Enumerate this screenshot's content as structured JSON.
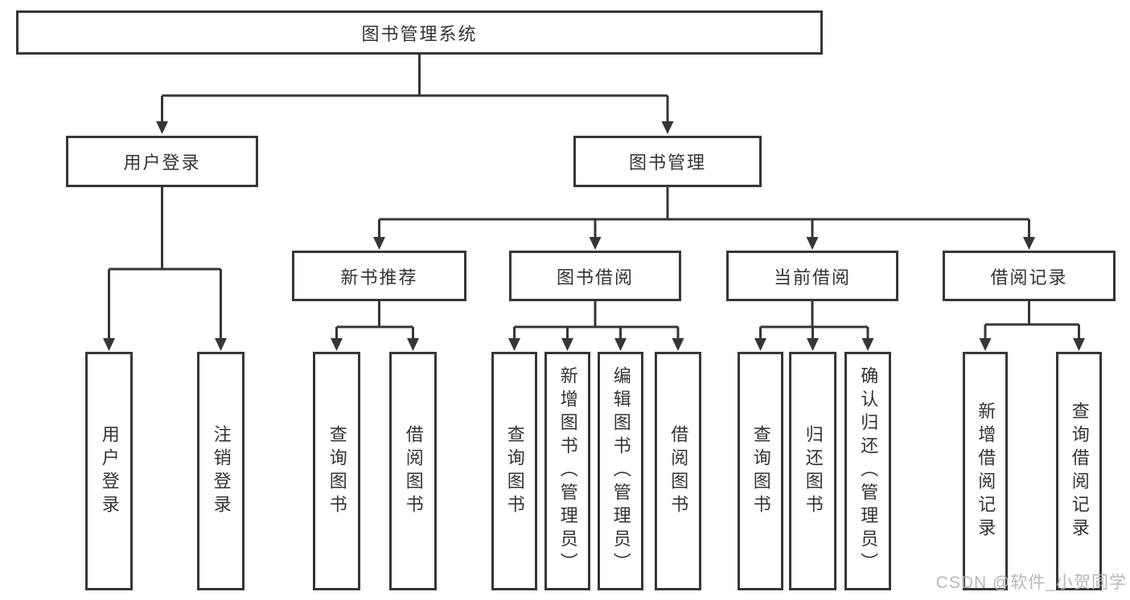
{
  "diagram": {
    "root": {
      "label": "图书管理系统"
    },
    "level2": {
      "user_login": {
        "label": "用户登录"
      },
      "book_mgmt": {
        "label": "图书管理"
      }
    },
    "level3": {
      "new_book_rec": {
        "label": "新书推荐"
      },
      "book_borrow": {
        "label": "图书借阅"
      },
      "current_borrow": {
        "label": "当前借阅"
      },
      "borrow_record": {
        "label": "借阅记录"
      }
    },
    "leaves": {
      "under_user_login": [
        {
          "label": "用户登录"
        },
        {
          "label": "注销登录"
        }
      ],
      "under_new_book_rec": [
        {
          "label": "查询图书"
        },
        {
          "label": "借阅图书"
        }
      ],
      "under_book_borrow": [
        {
          "label": "查询图书"
        },
        {
          "label": "新增图书（管理员）"
        },
        {
          "label": "编辑图书（管理员）"
        },
        {
          "label": "借阅图书"
        }
      ],
      "under_current_borrow": [
        {
          "label": "查询图书"
        },
        {
          "label": "归还图书"
        },
        {
          "label": "确认归还（管理员）"
        }
      ],
      "under_borrow_record": [
        {
          "label": "新增借阅记录"
        },
        {
          "label": "查询借阅记录"
        }
      ]
    },
    "watermark": "CSDN @软件_小贺同学",
    "colors": {
      "line": "#363636",
      "text": "#333333",
      "background": "#ffffff",
      "watermark": "#b5b5b5"
    }
  }
}
